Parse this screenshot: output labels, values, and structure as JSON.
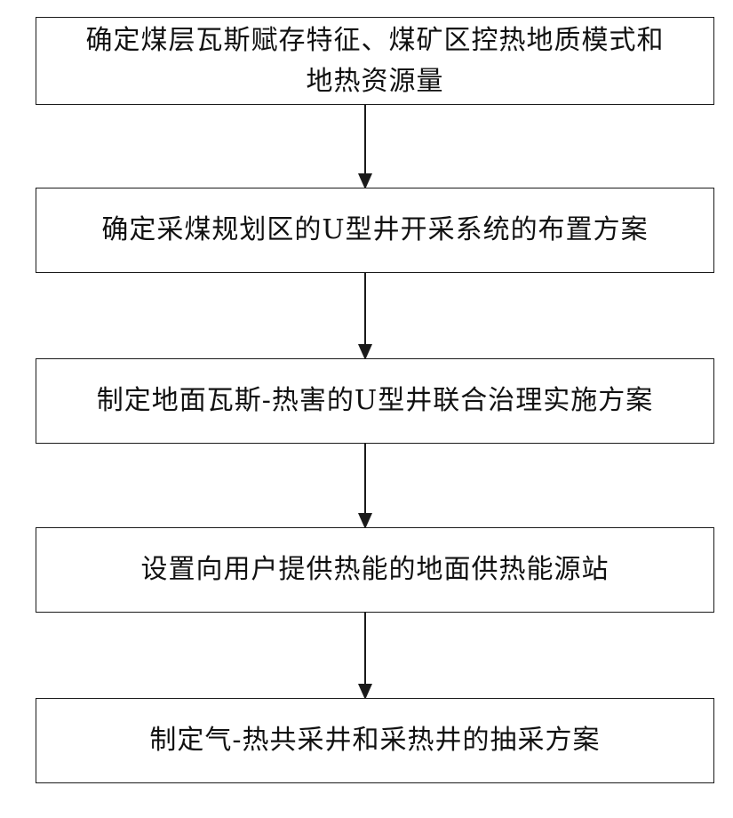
{
  "steps": [
    {
      "line1": "确定煤层瓦斯赋存特征、煤矿区控热地质模式和",
      "line2": "地热资源量"
    },
    {
      "text": "确定采煤规划区的U型井开采系统的布置方案"
    },
    {
      "text": "制定地面瓦斯-热害的U型井联合治理实施方案"
    },
    {
      "text": "设置向用户提供热能的地面供热能源站"
    },
    {
      "text": "制定气-热共采井和采热井的抽采方案"
    }
  ],
  "colors": {
    "line": "#1a1a1a",
    "text": "#111111",
    "background": "#ffffff"
  }
}
